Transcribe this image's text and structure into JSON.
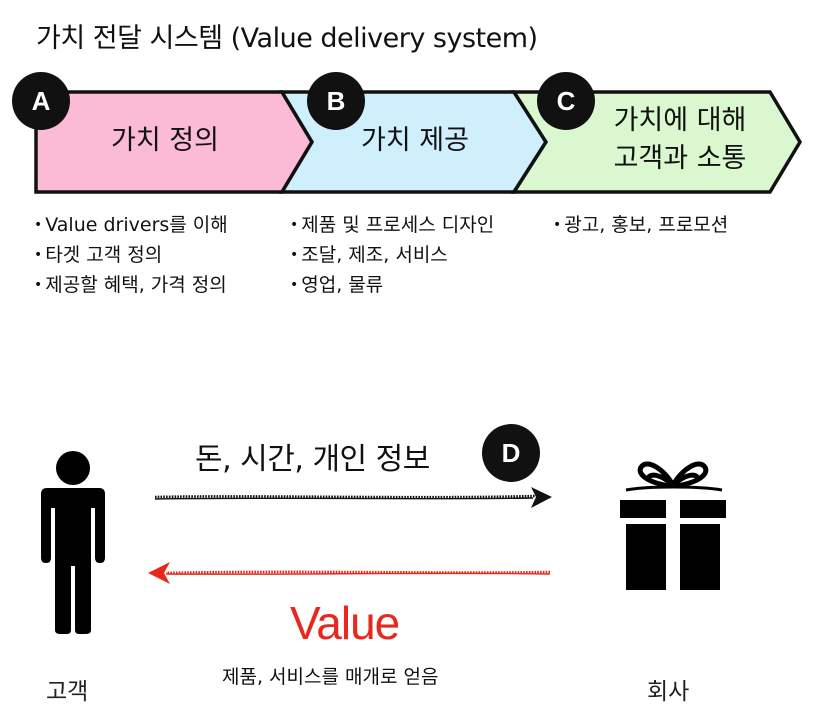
{
  "title": "가치 전달 시스템 (Value delivery system)",
  "stages": [
    {
      "badge": "A",
      "label": "가치 정의",
      "fill": "#fbbad6",
      "bullets": [
        "Value drivers를 이해",
        "타겟 고객 정의",
        "제공할 혜택, 가격 정의"
      ]
    },
    {
      "badge": "B",
      "label": "가치 제공",
      "fill": "#cfeffc",
      "bullets": [
        "제품 및 프로세스 디자인",
        "조달, 제조, 서비스",
        "영업, 물류"
      ]
    },
    {
      "badge": "C",
      "label_line1": "가치에 대해",
      "label_line2": "고객과 소통",
      "fill": "#daf7cf",
      "bullets": [
        "광고, 홍보, 프로모션"
      ]
    }
  ],
  "flow": {
    "top_label": "돈, 시간, 개인 정보",
    "badge": "D",
    "value_label": "Value",
    "value_sub": "제품, 서비스를 매개로 얻음",
    "value_color": "#e8281f"
  },
  "parties": {
    "customer": "고객",
    "company": "회사"
  },
  "icons": {
    "customer": "person-icon",
    "company": "gift-box-icon"
  }
}
